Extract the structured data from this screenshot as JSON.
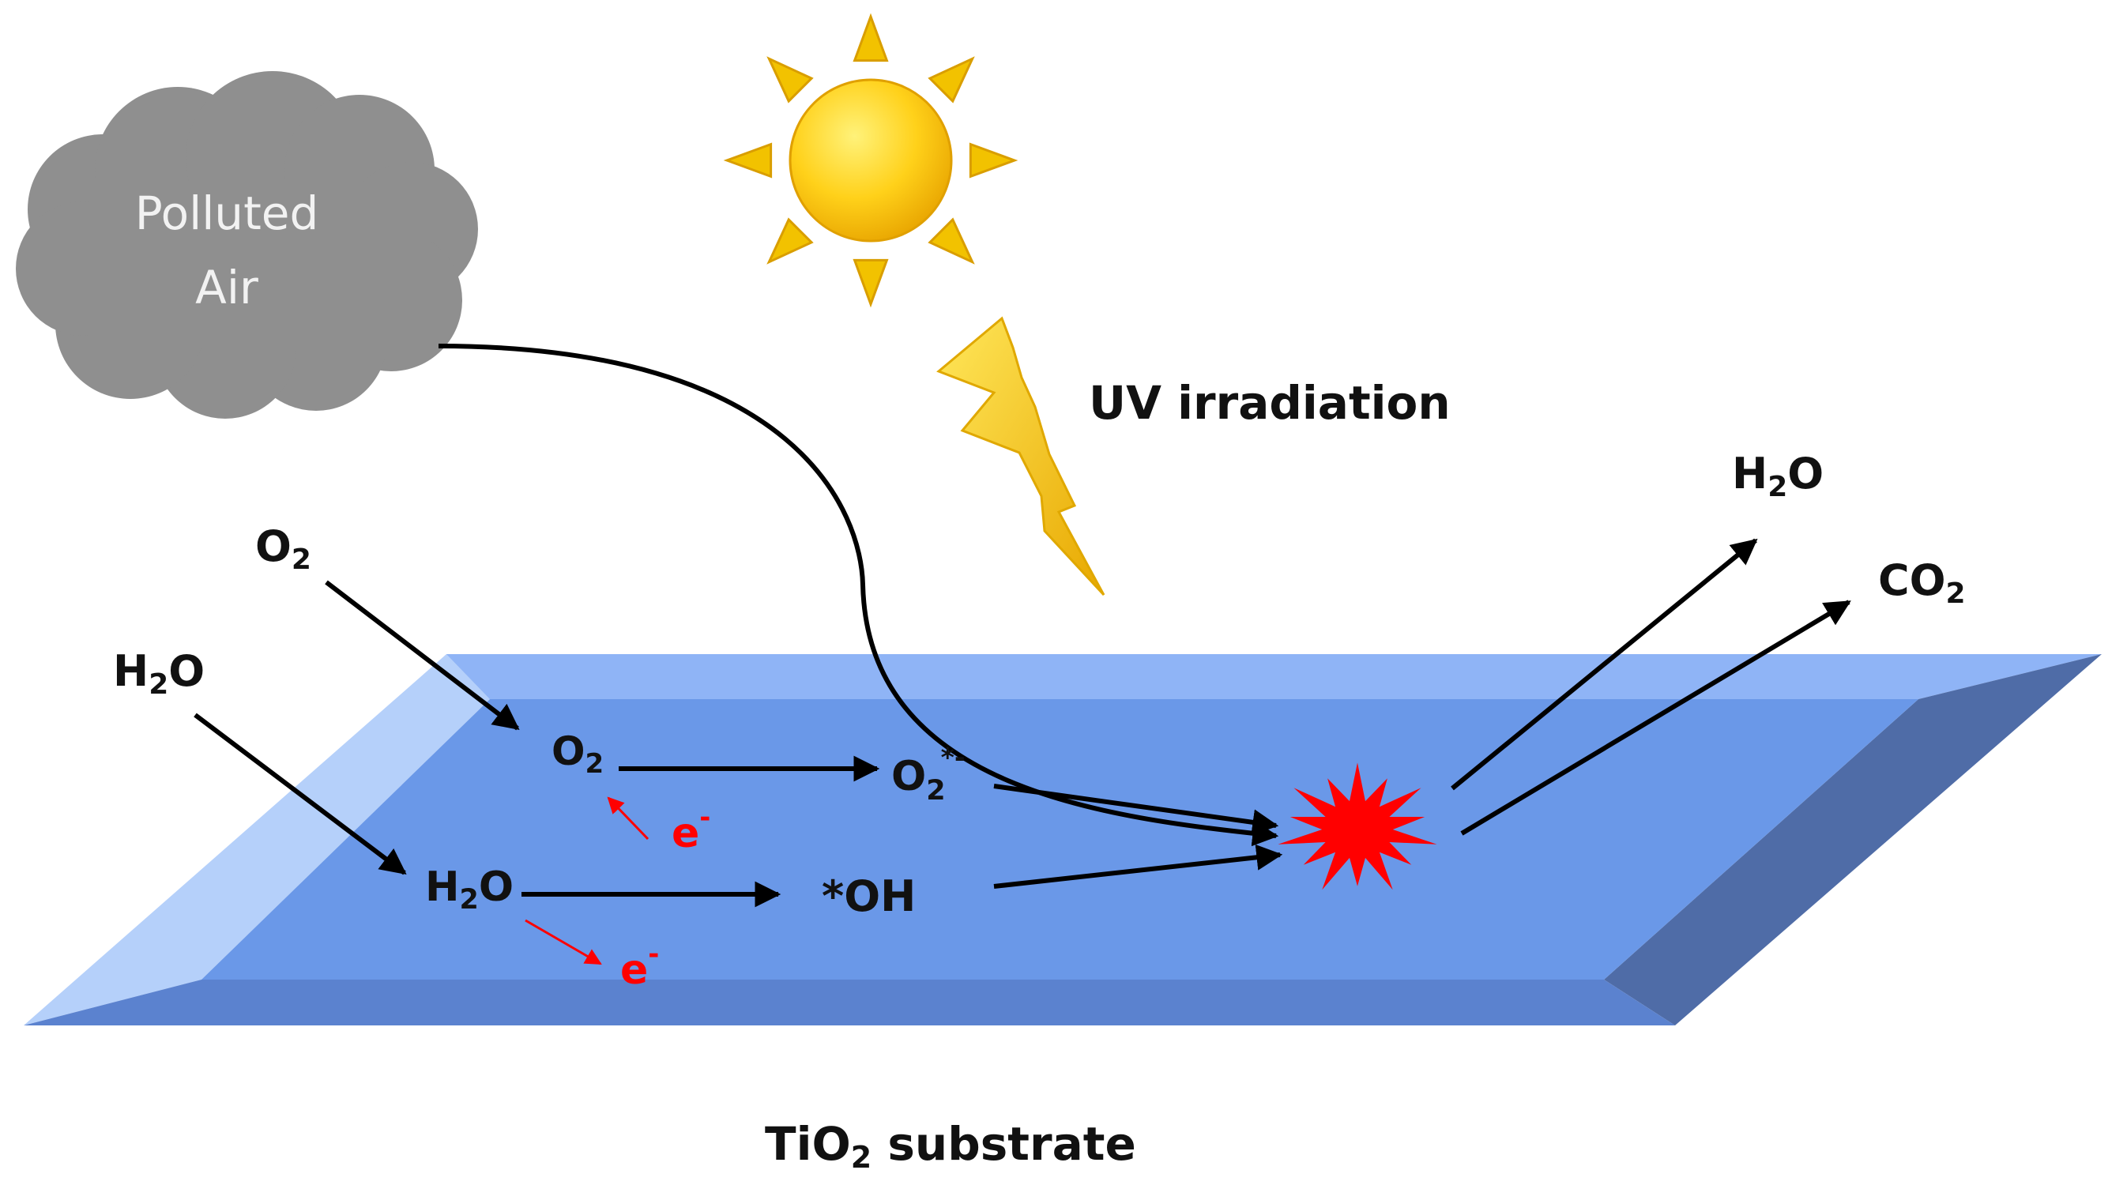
{
  "colors": {
    "cloud": "#8f8f8f",
    "cloud_text": "#f2f2f2",
    "sun_body": "#ffc000",
    "sun_ray": "#f2c200",
    "bolt": "#ffcc11",
    "plate_top": "#6a98e8",
    "plate_rim_top": "#8fb4f6",
    "plate_rim_left": "#b5d0fa",
    "plate_front": "#5b82cf",
    "plate_right": "#4f6ca7",
    "arrow": "#000000",
    "electron": "#ff0000",
    "burst": "#ff0000"
  },
  "icons": {
    "cloud": "cloud-icon",
    "sun": "sun-icon",
    "bolt": "lightning-bolt-icon",
    "burst": "reaction-burst-icon"
  },
  "cloud": {
    "line1": "Polluted",
    "line2": "Air"
  },
  "uv": {
    "label": "UV irradiation"
  },
  "inputs": {
    "o2": {
      "main": "O",
      "sub": "2"
    },
    "h2o": {
      "main1": "H",
      "sub": "2",
      "main2": "O"
    }
  },
  "surface": {
    "o2": {
      "main": "O",
      "sub": "2"
    },
    "h2o": {
      "main1": "H",
      "sub": "2",
      "main2": "O"
    },
    "superoxide": {
      "main": "O",
      "sub": "2",
      "sup": "*-"
    },
    "hydroxyl": {
      "text": "*OH"
    },
    "electron_top": {
      "main": "e",
      "sup": "-"
    },
    "electron_bottom": {
      "main": "e",
      "sup": "-"
    }
  },
  "products": {
    "h2o": {
      "main1": "H",
      "sub": "2",
      "main2": "O"
    },
    "co2": {
      "main": "CO",
      "sub": "2"
    }
  },
  "substrate": {
    "main1": "TiO",
    "sub": "2",
    "main2": " substrate"
  }
}
